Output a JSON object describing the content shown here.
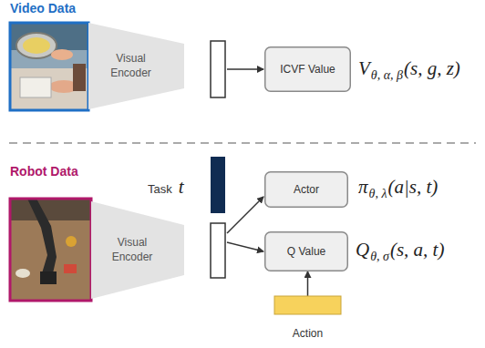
{
  "diagram": {
    "nodes": [
      {
        "text": [
          "Visual Encoder"
        ]
      },
      {
        "text": [
          "ICVF Value"
        ]
      },
      {
        "text": [
          "Visual Encoder"
        ]
      },
      {
        "text": [
          "Actor"
        ]
      },
      {
        "text": [
          "Q Value"
        ]
      },
      {
        "text": [
          "Action"
        ]
      }
    ],
    "edges": [
      {
        "from": 5,
        "to": 4,
        "arrow": "to"
      }
    ],
    "labels": [
      "Video Data",
      "V",
      "θ, α, β",
      "(s, g, z)",
      "Robot Data",
      "Task",
      "t",
      "π",
      "θ, λ",
      "(a|s, t)",
      "Q",
      "θ, σ",
      "(s, a, t)"
    ]
  }
}
